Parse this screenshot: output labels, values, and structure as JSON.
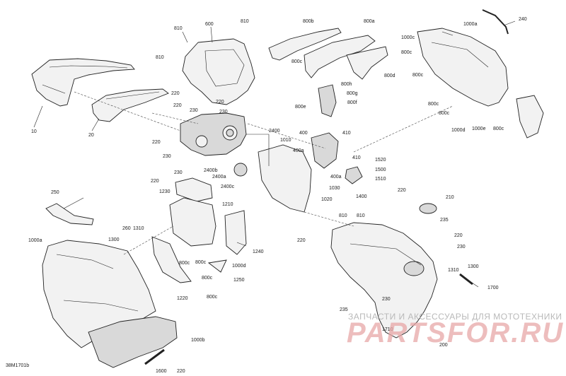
{
  "diagram": {
    "code": "38M1701b",
    "watermark_text": "ЗАПЧАСТИ И АКСЕССУАРЫ ДЛЯ МОТОТЕХНИКИ",
    "watermark_logo": "PARTSFOR.RU",
    "callouts": [
      {
        "id": "c1",
        "text": "10"
      },
      {
        "id": "c2",
        "text": "20"
      },
      {
        "id": "c3",
        "text": "600"
      },
      {
        "id": "c4",
        "text": "810"
      },
      {
        "id": "c5",
        "text": "810"
      },
      {
        "id": "c6",
        "text": "810"
      },
      {
        "id": "c7",
        "text": "220"
      },
      {
        "id": "c8",
        "text": "220"
      },
      {
        "id": "c9",
        "text": "220"
      },
      {
        "id": "c10",
        "text": "230"
      },
      {
        "id": "c11",
        "text": "230"
      },
      {
        "id": "c12",
        "text": "2400"
      },
      {
        "id": "c13",
        "text": "220"
      },
      {
        "id": "c14",
        "text": "230"
      },
      {
        "id": "c15",
        "text": "230"
      },
      {
        "id": "c16",
        "text": "220"
      },
      {
        "id": "c17",
        "text": "2400b"
      },
      {
        "id": "c18",
        "text": "2400a"
      },
      {
        "id": "c19",
        "text": "2400c"
      },
      {
        "id": "c20",
        "text": "1230"
      },
      {
        "id": "c21",
        "text": "250"
      },
      {
        "id": "c22",
        "text": "1210"
      },
      {
        "id": "c23",
        "text": "1000a"
      },
      {
        "id": "c24",
        "text": "1300"
      },
      {
        "id": "c25",
        "text": "260"
      },
      {
        "id": "c26",
        "text": "1310"
      },
      {
        "id": "c27",
        "text": "800c"
      },
      {
        "id": "c28",
        "text": "800c"
      },
      {
        "id": "c29",
        "text": "1000d"
      },
      {
        "id": "c30",
        "text": "1240"
      },
      {
        "id": "c31",
        "text": "800c"
      },
      {
        "id": "c32",
        "text": "1250"
      },
      {
        "id": "c33",
        "text": "800c"
      },
      {
        "id": "c34",
        "text": "1220"
      },
      {
        "id": "c35",
        "text": "1000b"
      },
      {
        "id": "c36",
        "text": "1600"
      },
      {
        "id": "c37",
        "text": "220"
      },
      {
        "id": "c38",
        "text": "800b"
      },
      {
        "id": "c39",
        "text": "800a"
      },
      {
        "id": "c40",
        "text": "800c"
      },
      {
        "id": "c41",
        "text": "800d"
      },
      {
        "id": "c42",
        "text": "800h"
      },
      {
        "id": "c43",
        "text": "800g"
      },
      {
        "id": "c44",
        "text": "800f"
      },
      {
        "id": "c45",
        "text": "800e"
      },
      {
        "id": "c46",
        "text": "400"
      },
      {
        "id": "c47",
        "text": "410"
      },
      {
        "id": "c48",
        "text": "400a"
      },
      {
        "id": "c49",
        "text": "410"
      },
      {
        "id": "c50",
        "text": "1010"
      },
      {
        "id": "c51",
        "text": "1520"
      },
      {
        "id": "c52",
        "text": "1500"
      },
      {
        "id": "c53",
        "text": "400a"
      },
      {
        "id": "c54",
        "text": "1510"
      },
      {
        "id": "c55",
        "text": "1030"
      },
      {
        "id": "c56",
        "text": "1020"
      },
      {
        "id": "c57",
        "text": "1400"
      },
      {
        "id": "c58",
        "text": "240"
      },
      {
        "id": "c59",
        "text": "1000c"
      },
      {
        "id": "c60",
        "text": "1000a"
      },
      {
        "id": "c61",
        "text": "800c"
      },
      {
        "id": "c62",
        "text": "800c"
      },
      {
        "id": "c63",
        "text": "800c"
      },
      {
        "id": "c64",
        "text": "800c"
      },
      {
        "id": "c65",
        "text": "1000d"
      },
      {
        "id": "c66",
        "text": "1000e"
      },
      {
        "id": "c67",
        "text": "800c"
      },
      {
        "id": "c68",
        "text": "220"
      },
      {
        "id": "c69",
        "text": "210"
      },
      {
        "id": "c70",
        "text": "810"
      },
      {
        "id": "c71",
        "text": "810"
      },
      {
        "id": "c72",
        "text": "220"
      },
      {
        "id": "c73",
        "text": "235"
      },
      {
        "id": "c74",
        "text": "220"
      },
      {
        "id": "c75",
        "text": "230"
      },
      {
        "id": "c76",
        "text": "1300"
      },
      {
        "id": "c77",
        "text": "1310"
      },
      {
        "id": "c78",
        "text": "1700"
      },
      {
        "id": "c79",
        "text": "230"
      },
      {
        "id": "c80",
        "text": "235"
      },
      {
        "id": "c81",
        "text": "1710"
      },
      {
        "id": "c82",
        "text": "200"
      }
    ]
  }
}
